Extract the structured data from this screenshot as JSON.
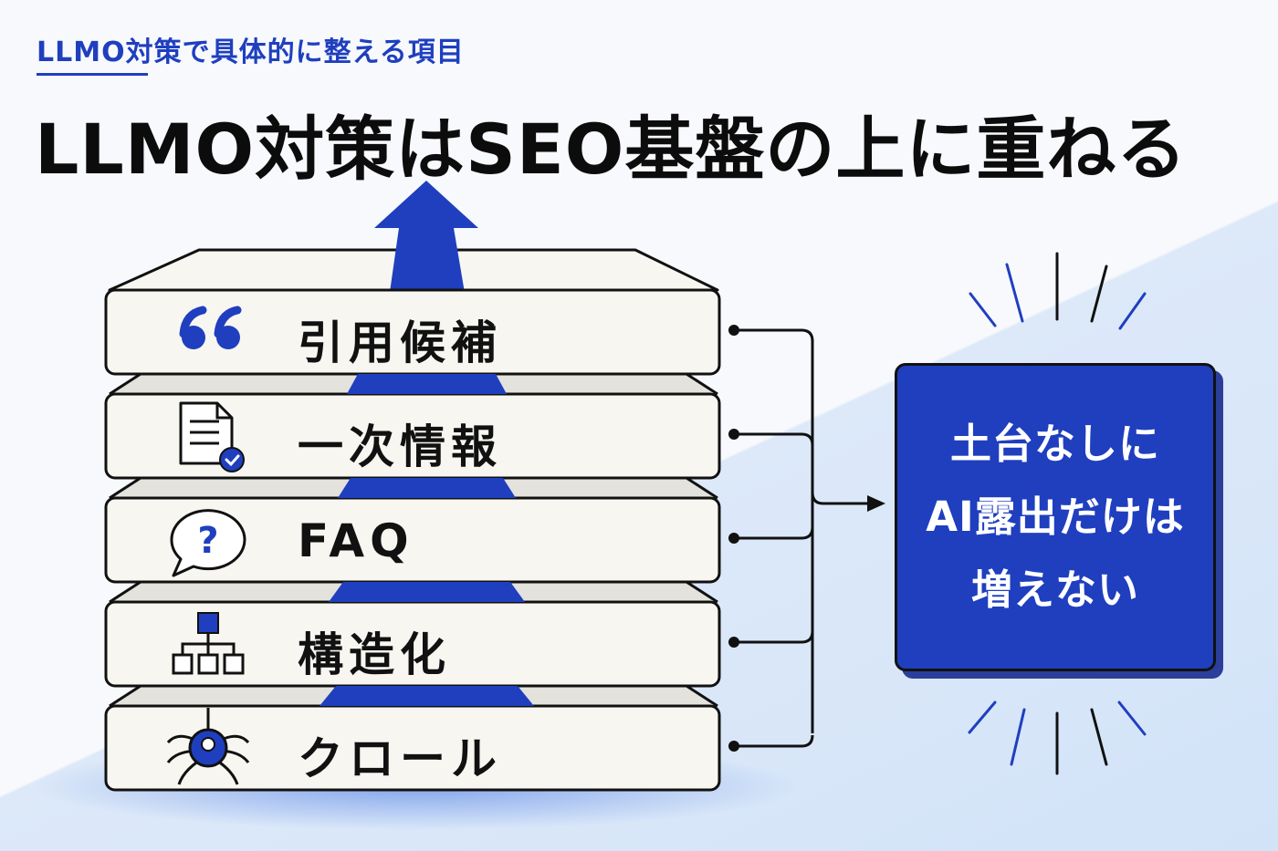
{
  "header": {
    "subtitle": "LLMO対策で具体的に整える項目",
    "title": "LLMO対策はSEO基盤の上に重ねる"
  },
  "layers": [
    {
      "label": "引用候補",
      "icon": "quote-icon"
    },
    {
      "label": "一次情報",
      "icon": "document-check-icon"
    },
    {
      "label": "FAQ",
      "icon": "question-bubble-icon"
    },
    {
      "label": "構造化",
      "icon": "hierarchy-icon"
    },
    {
      "label": "クロール",
      "icon": "spider-icon"
    }
  ],
  "callout": {
    "lines": [
      "土台なしに",
      "AI露出だけは",
      "増えない"
    ]
  },
  "colors": {
    "accent": "#1f3fbf",
    "layer_fill": "#f7f6f1",
    "outline": "#111111"
  }
}
